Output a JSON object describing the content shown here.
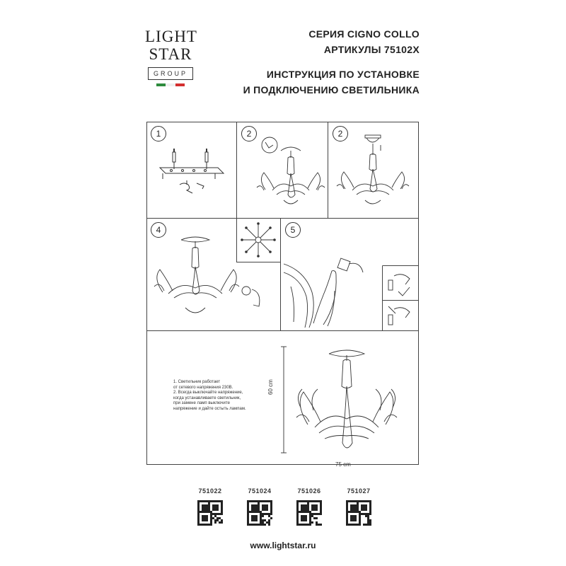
{
  "header": {
    "logo": {
      "line1": "LIGHT",
      "line2": "STAR",
      "group": "GROUP",
      "flag_colors": [
        "#2e8b3d",
        "#ffffff",
        "#d32f2f"
      ]
    },
    "series": "СЕРИЯ CIGNO COLLO",
    "articles_title": "АРТИКУЛЫ 75102X",
    "instruction_line1": "ИНСТРУКЦИЯ ПО УСТАНОВКЕ",
    "instruction_line2": "И ПОДКЛЮЧЕНИЮ СВЕТИЛЬНИКА"
  },
  "steps": [
    "1",
    "2",
    "2",
    "4",
    "5"
  ],
  "dimensions": {
    "height": "60 cm",
    "width": "75 cm"
  },
  "notes": [
    "1. Светильник работает",
    "от сетевого напряжения 230В.",
    "2. Всегда выключайте напряжение,",
    "когда устанавливаете светильник,",
    "при замене ламп выключите",
    "напряжение и дайте остыть лампам."
  ],
  "articles": [
    "751022",
    "751024",
    "751026",
    "751027"
  ],
  "website": "www.lightstar.ru"
}
